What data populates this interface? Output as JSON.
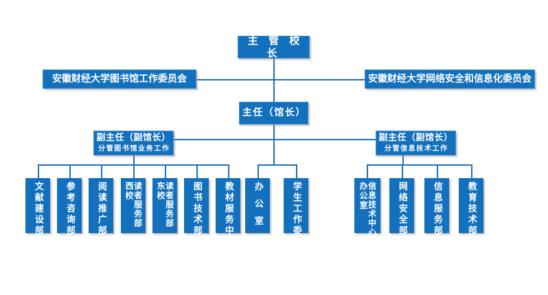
{
  "chart": {
    "type": "org-chart",
    "title_node": {
      "label": "主 管 校 长"
    },
    "committees": [
      {
        "id": "library-work-committee",
        "label": "安徽财经大学图书馆工作委员会",
        "side": "left"
      },
      {
        "id": "cybersecurity-informatization-committee",
        "label": "安徽财经大学网络安全和信息化委员会",
        "side": "right"
      }
    ],
    "director": {
      "label": "主任（馆长）"
    },
    "deputies": [
      {
        "id": "deputy-library-business",
        "main": "副主任（副馆长）",
        "sub": "分管图书馆业务工作",
        "side": "left"
      },
      {
        "id": "deputy-information-technology",
        "main": "副主任（副馆长）",
        "sub": "分管信息技术工作",
        "side": "right"
      }
    ],
    "departments_left": [
      {
        "id": "literature-construction",
        "label": "文献建设部"
      },
      {
        "id": "reference-consulting",
        "label": "参考咨询部"
      },
      {
        "id": "reading-promotion",
        "label": "阅读推广部"
      },
      {
        "id": "west-campus-reader-service",
        "label": "西校读者服务部",
        "col_main": "读者服务部",
        "col_sub": "西校"
      },
      {
        "id": "east-campus-reader-service",
        "label": "东校读者服务部",
        "col_main": "读者服务部",
        "col_sub": "东校"
      },
      {
        "id": "library-technology",
        "label": "图书技术部"
      },
      {
        "id": "textbook-service-center",
        "label": "教材服务中心"
      }
    ],
    "departments_center": [
      {
        "id": "office",
        "label": "办公室"
      },
      {
        "id": "student-work-committee",
        "label": "学生工作委员会"
      }
    ],
    "departments_right": [
      {
        "id": "info-tech-center-office",
        "label": "信息技术中心办公室",
        "col_main": "信息技术中心",
        "col_sub": "办公室"
      },
      {
        "id": "network-security",
        "label": "网络安全部"
      },
      {
        "id": "information-service",
        "label": "信息服务部"
      },
      {
        "id": "education-technology",
        "label": "教育技术部"
      }
    ],
    "colors": {
      "node_fill": "#1270bd",
      "node_border": "#3f8fd6",
      "line": "#1f6fb5",
      "text": "#ffffff",
      "background": "#ffffff"
    }
  }
}
